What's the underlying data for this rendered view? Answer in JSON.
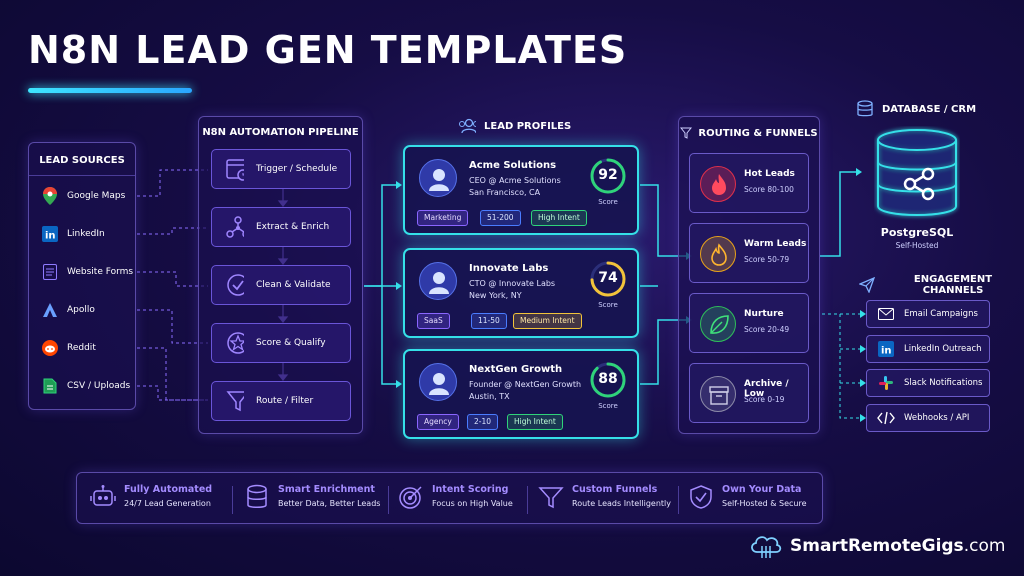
{
  "title": "N8N LEAD GEN TEMPLATES",
  "lead_sources": {
    "header": "LEAD SOURCES",
    "items": [
      {
        "label": "Google Maps",
        "icon": "map-pin-icon"
      },
      {
        "label": "LinkedIn",
        "icon": "linkedin-icon"
      },
      {
        "label": "Website Forms",
        "icon": "form-icon"
      },
      {
        "label": "Apollo",
        "icon": "apollo-icon"
      },
      {
        "label": "Reddit",
        "icon": "reddit-icon"
      },
      {
        "label": "CSV / Uploads",
        "icon": "file-icon"
      }
    ]
  },
  "pipeline": {
    "header": "N8N AUTOMATION PIPELINE",
    "steps": [
      {
        "label": "Trigger / Schedule",
        "icon": "calendar-icon"
      },
      {
        "label": "Extract & Enrich",
        "icon": "network-icon"
      },
      {
        "label": "Clean & Validate",
        "icon": "check-circle-icon"
      },
      {
        "label": "Score & Qualify",
        "icon": "star-icon"
      },
      {
        "label": "Route / Filter",
        "icon": "funnel-icon"
      }
    ]
  },
  "lead_profiles": {
    "header": "LEAD PROFILES",
    "score_label": "Score",
    "leads": [
      {
        "name": "Acme Solutions",
        "role": "CEO @ Acme Solutions",
        "location": "San Francisco, CA",
        "score": "92",
        "score_value": 92,
        "tags": [
          {
            "text": "Marketing",
            "style": "purple"
          },
          {
            "text": "51-200",
            "style": "blue"
          },
          {
            "text": "High Intent",
            "style": "green"
          }
        ]
      },
      {
        "name": "Innovate Labs",
        "role": "CTO @ Innovate Labs",
        "location": "New York, NY",
        "score": "74",
        "score_value": 74,
        "tags": [
          {
            "text": "SaaS",
            "style": "purple"
          },
          {
            "text": "11-50",
            "style": "blue"
          },
          {
            "text": "Medium Intent",
            "style": "yellow"
          }
        ]
      },
      {
        "name": "NextGen Growth",
        "role": "Founder @ NextGen Growth",
        "location": "Austin, TX",
        "score": "88",
        "score_value": 88,
        "tags": [
          {
            "text": "Agency",
            "style": "purple"
          },
          {
            "text": "2-10",
            "style": "blue"
          },
          {
            "text": "High Intent",
            "style": "green"
          }
        ]
      }
    ]
  },
  "routing": {
    "header": "ROUTING & FUNNELS",
    "items": [
      {
        "title": "Hot Leads",
        "sub": "Score 80-100",
        "icon": "flame-icon",
        "color": "#e0304a"
      },
      {
        "title": "Warm Leads",
        "sub": "Score 50-79",
        "icon": "fire-icon",
        "color": "#e8a21a"
      },
      {
        "title": "Nurture",
        "sub": "Score 20-49",
        "icon": "leaf-icon",
        "color": "#2fbf5a"
      },
      {
        "title": "Archive / Low",
        "sub": "Score 0-19",
        "icon": "archive-icon",
        "color": "#8c8aa8"
      }
    ]
  },
  "database": {
    "header": "DATABASE / CRM",
    "name": "PostgreSQL",
    "sub": "Self-Hosted"
  },
  "channels": {
    "header": "ENGAGEMENT CHANNELS",
    "items": [
      {
        "label": "Email Campaigns",
        "icon": "mail-icon"
      },
      {
        "label": "LinkedIn Outreach",
        "icon": "linkedin-icon"
      },
      {
        "label": "Slack Notifications",
        "icon": "slack-icon"
      },
      {
        "label": "Webhooks / API",
        "icon": "code-icon"
      }
    ]
  },
  "features": [
    {
      "title": "Fully Automated",
      "sub": "24/7 Lead Generation",
      "icon": "robot-icon"
    },
    {
      "title": "Smart Enrichment",
      "sub": "Better Data, Better Leads",
      "icon": "database-icon"
    },
    {
      "title": "Intent Scoring",
      "sub": "Focus on High Value",
      "icon": "target-icon"
    },
    {
      "title": "Custom Funnels",
      "sub": "Route Leads Intelligently",
      "icon": "funnel-icon"
    },
    {
      "title": "Own Your Data",
      "sub": "Self-Hosted & Secure",
      "icon": "shield-icon"
    }
  ],
  "brand": {
    "name_bold": "SmartRemoteGigs",
    "name_suffix": ".com"
  }
}
